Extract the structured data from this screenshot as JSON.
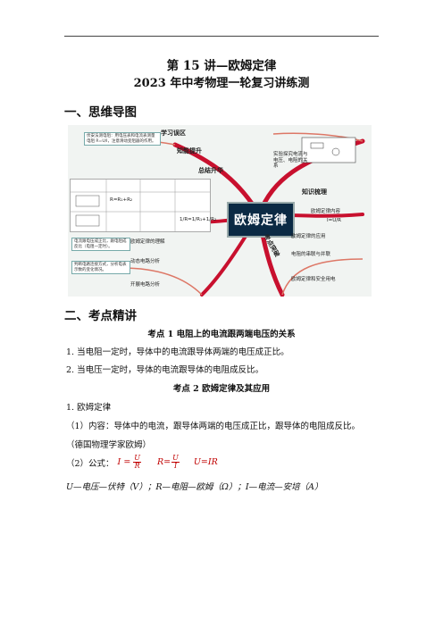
{
  "header": {
    "title": "第 15 讲—欧姆定律",
    "subtitle": "2023 年中考物理一轮复习讲练测"
  },
  "section1": {
    "heading": "一、思维导图"
  },
  "mindmap": {
    "center": "欧姆定律",
    "branches": [
      "总结升华",
      "知识梳理",
      "考点突破",
      "学习误区",
      "知能提升"
    ],
    "nodes": {
      "left_top": "伏安法测电阻",
      "left_mid": "动态电路分析",
      "left_low": "欧姆定律的理解",
      "left_bottom": "开展电路分析",
      "right_top": "实验探究电流与电压、电阻的关系",
      "right_mid": "欧姆定律内容",
      "right_low1": "欧姆定律的应用",
      "right_low2": "电阻的串联与并联",
      "right_bottom": "欧姆定律和安全用电"
    },
    "formulas": {
      "series": "R=R₁+R₂",
      "parallel": "1/R=1/R₁+1/R₂",
      "law": "I=U/R"
    }
  },
  "section2": {
    "heading": "二、考点精讲",
    "point1": {
      "title": "考点 1 电阻上的电流跟两端电压的关系",
      "items": [
        "1. 当电阻一定时，导体中的电流跟导体两端的电压成正比。",
        "2. 当电压一定时，导体的电流跟导体的电阻成反比。"
      ]
    },
    "point2": {
      "title": "考点 2 欧姆定律及其应用",
      "item1": "1. 欧姆定律",
      "content": "（1）内容：导体中的电流，跟导体两端的电压成正比，跟导体的电阻成反比。",
      "scientist": "（德国物理学家欧姆）",
      "formula_label": "（2）公式：",
      "f1_left": "I =",
      "f1_num": "U",
      "f1_den": "R",
      "f2_left": "R=",
      "f2_num": "U",
      "f2_den": "I",
      "f3": "U=IR",
      "units": "U—电压—伏特（V）；R—电阻—欧姆（Ω）；I—电流—安培（A）"
    }
  }
}
